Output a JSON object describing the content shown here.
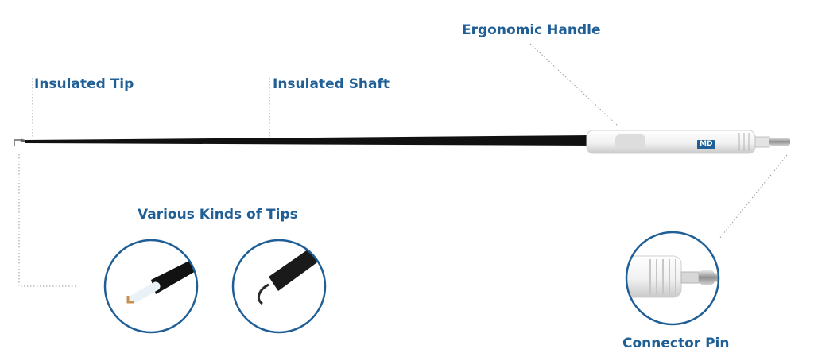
{
  "labels": {
    "ergonomic_handle": "Ergonomic Handle",
    "insulated_tip": "Insulated Tip",
    "insulated_shaft": "Insulated Shaft",
    "various_tips": "Various Kinds of Tips",
    "connector_pin": "Connector Pin"
  },
  "handle_logo": "MD",
  "colors": {
    "label": "#1f5f96",
    "circle_border": "#1f5f96",
    "shaft": "#111111",
    "handle": "#f2f2f2",
    "leader_line": "#9a9a9a"
  }
}
